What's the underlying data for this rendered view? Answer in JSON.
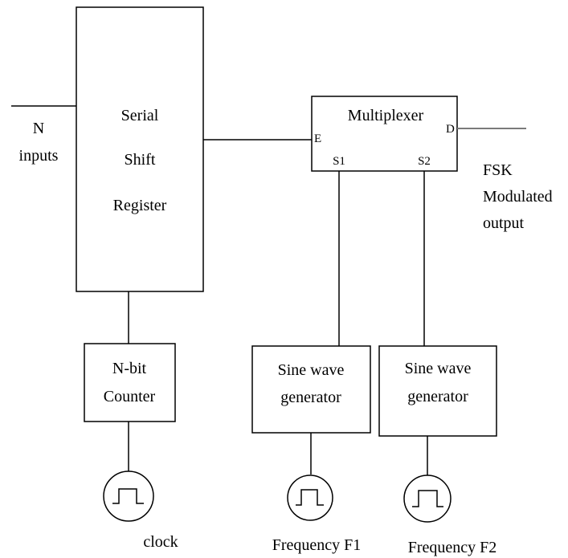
{
  "diagram": {
    "input_label_line1": "N",
    "input_label_line2": "inputs",
    "shift_register_line1": "Serial",
    "shift_register_line2": "Shift",
    "shift_register_line3": "Register",
    "mux_title": "Multiplexer",
    "mux_pin_e": "E",
    "mux_pin_d": "D",
    "mux_pin_s1": "S1",
    "mux_pin_s2": "S2",
    "output_line1": "FSK",
    "output_line2": "Modulated",
    "output_line3": "output",
    "counter_line1": "N-bit",
    "counter_line2": "Counter",
    "gen1_line1": "Sine wave",
    "gen1_line2": "generator",
    "gen2_line1": "Sine wave",
    "gen2_line2": "generator",
    "clock_label": "clock",
    "freq1_label": "Frequency  F1",
    "freq2_label": "Frequency F2"
  }
}
